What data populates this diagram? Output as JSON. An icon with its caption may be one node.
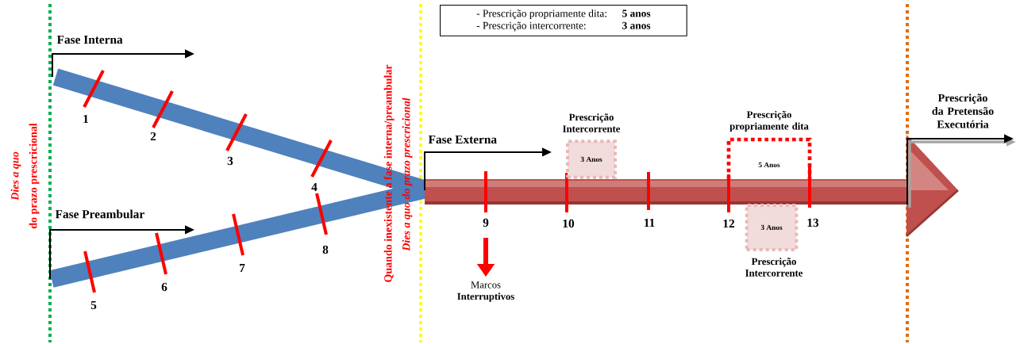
{
  "diagram": {
    "nodes": [
      {
        "text": [
          "- Prescrição propriamente dita:",
          "5 anos",
          "- Prescrição intercorrente:",
          "3 anos"
        ]
      },
      {
        "text": [
          "Prescrição Intercorrente",
          "3 Anos"
        ]
      },
      {
        "text": [
          "Prescrição propriamente dita",
          "5 Anos"
        ]
      },
      {
        "text": [
          "3 Anos",
          "Prescrição Intercorrente"
        ]
      },
      {
        "text": [
          "Marcos **Interruptivos**"
        ]
      }
    ],
    "edges": [
      {
        "from": null,
        "to": 4,
        "arrow": "to"
      }
    ],
    "labels": [
      "Fase Interna",
      "1",
      "2",
      "3",
      "4",
      "Dies a quo",
      "do prazo prescricional",
      "Fase Preambular",
      "5",
      "6",
      "7",
      "8",
      "Quando inexistente a fase interna/preambular",
      "Dies a quo do prazo prescricional",
      "Fase Externa",
      "9",
      "10",
      "11",
      "12",
      "13",
      "Prescrição da Pretensão Executória"
    ]
  }
}
